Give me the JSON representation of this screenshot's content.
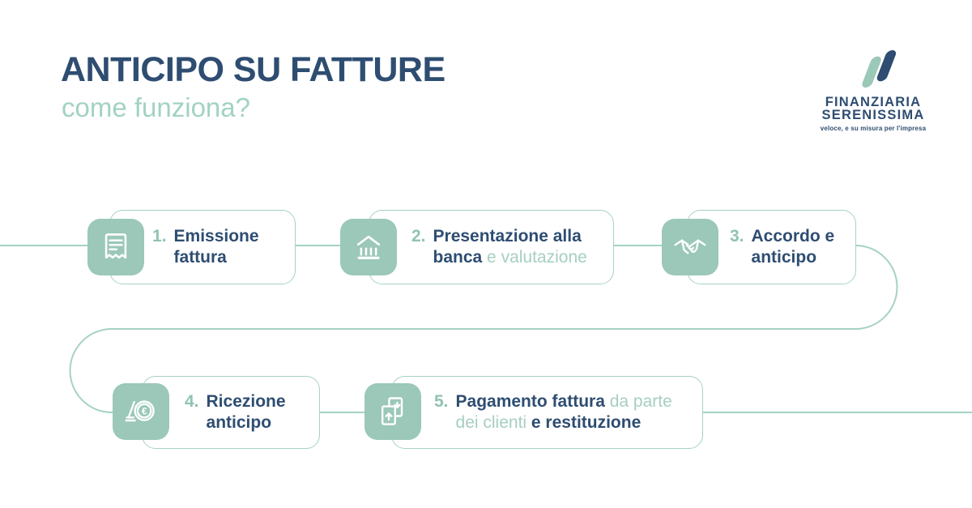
{
  "header": {
    "title": "ANTICIPO SU FATTURE",
    "subtitle": "come funziona?"
  },
  "logo": {
    "line1": "FINANZIARIA",
    "line2": "SERENISSIMA",
    "tagline": "veloce, e su misura per l'impresa"
  },
  "steps": [
    {
      "number": "1.",
      "icon": "receipt-icon",
      "segments": [
        {
          "text": "Emissione fattura",
          "style": "bold"
        }
      ]
    },
    {
      "number": "2.",
      "icon": "bank-icon",
      "segments": [
        {
          "text": "Presentazione alla banca",
          "style": "bold"
        },
        {
          "text": " e valutazione",
          "style": "light"
        }
      ]
    },
    {
      "number": "3.",
      "icon": "handshake-icon",
      "segments": [
        {
          "text": "Accordo e anticipo",
          "style": "bold"
        }
      ]
    },
    {
      "number": "4.",
      "icon": "euro-coin-icon",
      "segments": [
        {
          "text": "Ricezione anticipo",
          "style": "bold"
        }
      ]
    },
    {
      "number": "5.",
      "icon": "documents-exchange-icon",
      "segments": [
        {
          "text": "Pagamento fattura",
          "style": "bold"
        },
        {
          "text": " da parte dei clienti ",
          "style": "light"
        },
        {
          "text": "e restituzione",
          "style": "bold"
        }
      ]
    }
  ],
  "colors": {
    "navy": "#2e4d71",
    "sage": "#9bc8b8",
    "line": "#a6d2c3",
    "numgreen": "#8fc3b1",
    "lighttext": "#a6cfc0",
    "subtitle": "#a2d3c0"
  }
}
